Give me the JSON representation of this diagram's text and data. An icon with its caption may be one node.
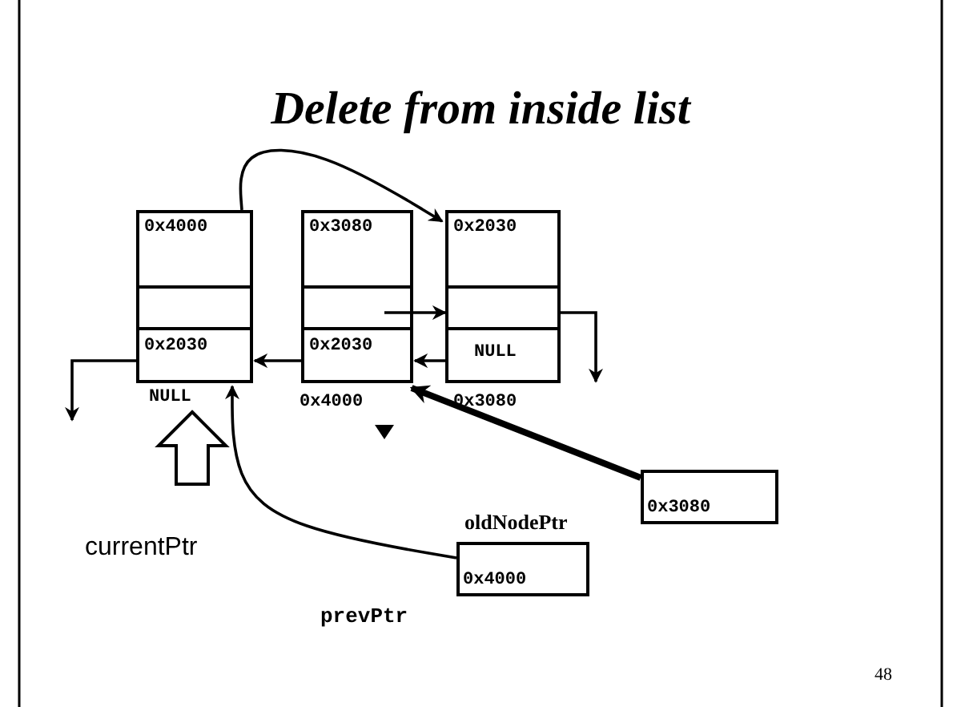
{
  "diagram": {
    "title": "Delete from inside list",
    "nodes": [
      {
        "text": [
          "0x4000",
          "0x2030",
          "NULL"
        ]
      },
      {
        "text": [
          "0x3080",
          "0x2030",
          "0x4000"
        ]
      },
      {
        "text": [
          "0x2030",
          "NULL",
          "0x3080"
        ]
      },
      {
        "text": [
          "0x3080"
        ]
      },
      {
        "text": [
          "0x4000"
        ],
        "beside": [
          "prevPtr"
        ]
      }
    ],
    "edges": [
      {
        "from": 0,
        "to": 2,
        "arrow": "to"
      },
      {
        "from": 1,
        "to": 2,
        "arrow": "to"
      },
      {
        "from": 2,
        "to": 1,
        "arrow": "to"
      },
      {
        "from": 1,
        "to": 0,
        "arrow": "to"
      },
      {
        "from": 0,
        "to": null,
        "arrow": "to"
      },
      {
        "from": 2,
        "to": null,
        "arrow": "to"
      },
      {
        "from": 3,
        "to": 1,
        "arrow": "to",
        "style": "thick"
      },
      {
        "from": 4,
        "to": 0,
        "arrow": "to"
      }
    ],
    "labels": [
      "oldNodePtr",
      "currentPtr",
      "48"
    ]
  }
}
